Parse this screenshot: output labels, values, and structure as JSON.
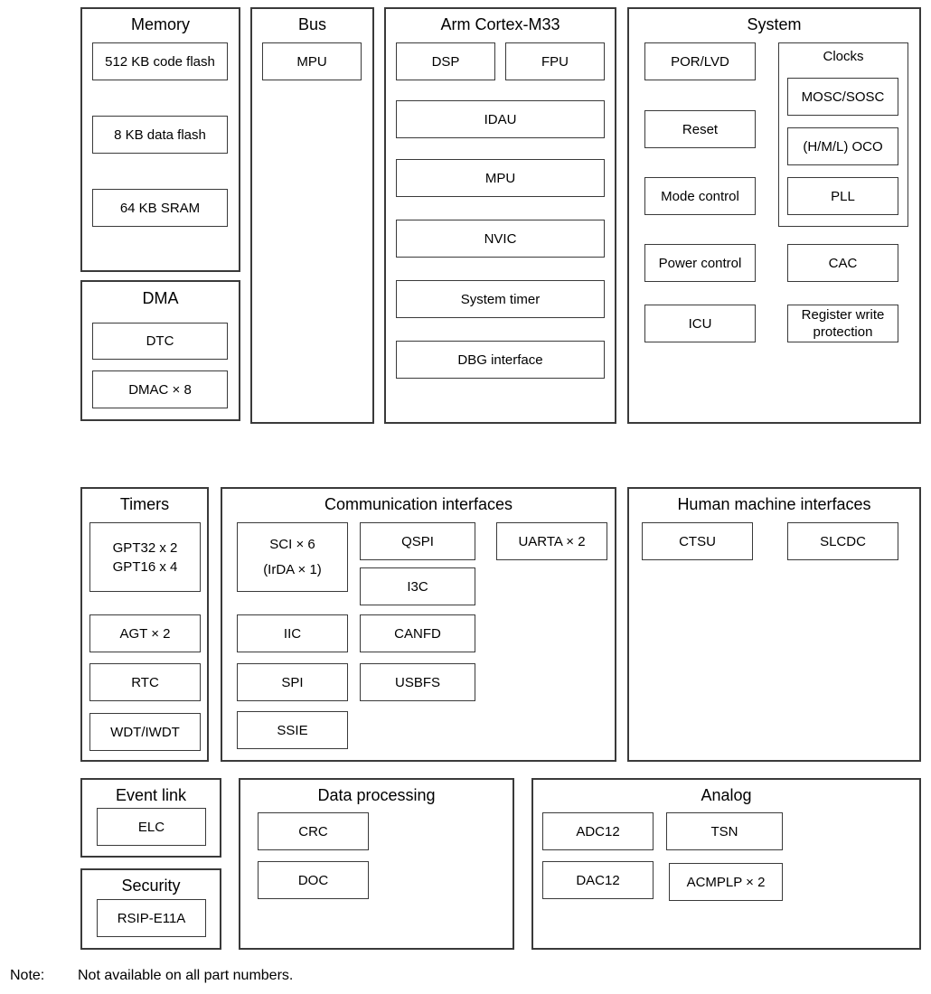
{
  "memory": {
    "title": "Memory",
    "items": [
      "512 KB code flash",
      "8 KB data flash",
      "64 KB SRAM"
    ]
  },
  "dma": {
    "title": "DMA",
    "items": [
      "DTC",
      "DMAC × 8"
    ]
  },
  "bus": {
    "title": "Bus",
    "items": [
      "MPU"
    ]
  },
  "cortex": {
    "title": "Arm Cortex-M33",
    "items": [
      "DSP",
      "FPU",
      "IDAU",
      "MPU",
      "NVIC",
      "System timer",
      "DBG interface"
    ]
  },
  "system": {
    "title": "System",
    "items": [
      "POR/LVD",
      "Reset",
      "Mode control",
      "Power control",
      "ICU",
      "CAC",
      "Register write\nprotection"
    ],
    "clocks": {
      "title": "Clocks",
      "items": [
        "MOSC/SOSC",
        "(H/M/L) OCO",
        "PLL"
      ]
    }
  },
  "timers": {
    "title": "Timers",
    "items": [
      "GPT32 x 2\nGPT16 x 4",
      "AGT × 2",
      "RTC",
      "WDT/IWDT"
    ]
  },
  "comm": {
    "title": "Communication interfaces",
    "items": [
      "SCI × 6\n(IrDA × 1)",
      "QSPI",
      "UARTA × 2",
      "I3C",
      "IIC",
      "CANFD",
      "SPI",
      "USBFS",
      "SSIE"
    ]
  },
  "hmi": {
    "title": "Human machine interfaces",
    "items": [
      "CTSU",
      "SLCDC"
    ]
  },
  "event": {
    "title": "Event link",
    "items": [
      "ELC"
    ]
  },
  "security": {
    "title": "Security",
    "items": [
      "RSIP-E11A"
    ]
  },
  "dataproc": {
    "title": "Data processing",
    "items": [
      "CRC",
      "DOC"
    ]
  },
  "analog": {
    "title": "Analog",
    "items": [
      "ADC12",
      "TSN",
      "DAC12",
      "ACMPLP × 2"
    ]
  },
  "note": {
    "label": "Note:",
    "text": "Not available on all part numbers."
  }
}
